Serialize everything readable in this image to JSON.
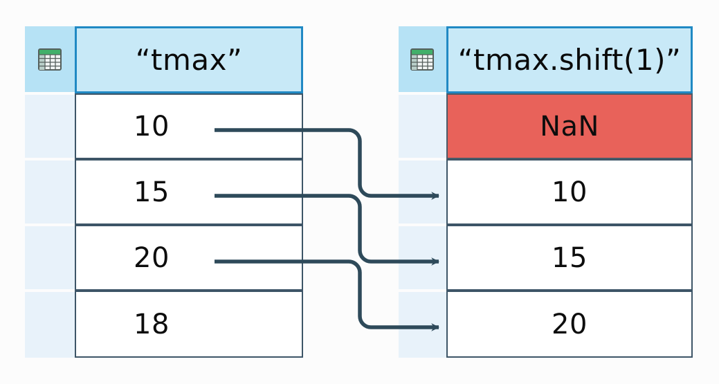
{
  "diagram": {
    "title_left": "“tmax”",
    "title_right": "“tmax.shift(1)”",
    "background_color": "#fcfcfc",
    "arrow_color": "#2e4a5a",
    "border_color": "#3d5567",
    "header_fill": "#c8e9f7",
    "header_border": "#2089c4",
    "gutter_header_fill": "#b6e2f5",
    "gutter_body_fill": "#e8f2fa",
    "nan_fill": "#e8625a",
    "icon_header_color": "#42b06a",
    "icon_body_color": "#b9cfc9"
  },
  "left_table": {
    "icon": "spreadsheet-icon",
    "header": "“tmax”",
    "rows": [
      {
        "value": "10",
        "highlight": false
      },
      {
        "value": "15",
        "highlight": false
      },
      {
        "value": "20",
        "highlight": false
      },
      {
        "value": "18",
        "highlight": false
      }
    ]
  },
  "right_table": {
    "icon": "spreadsheet-icon",
    "header": "“tmax.shift(1)”",
    "rows": [
      {
        "value": "NaN",
        "highlight": true
      },
      {
        "value": "10",
        "highlight": false
      },
      {
        "value": "15",
        "highlight": false
      },
      {
        "value": "20",
        "highlight": false
      }
    ]
  },
  "connectors": [
    {
      "from_row": 0,
      "to_row": 1,
      "from_value": "10",
      "to_value": "10"
    },
    {
      "from_row": 1,
      "to_row": 2,
      "from_value": "15",
      "to_value": "15"
    },
    {
      "from_row": 2,
      "to_row": 3,
      "from_value": "20",
      "to_value": "20"
    }
  ]
}
